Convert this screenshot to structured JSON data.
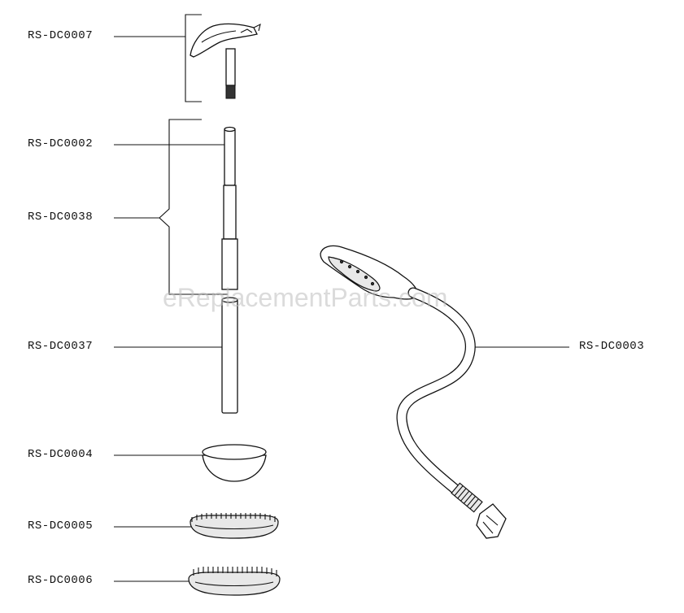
{
  "watermark": "eReplacementParts.com",
  "parts": [
    {
      "id": "p7",
      "label": "RS-DC0007"
    },
    {
      "id": "p2",
      "label": "RS-DC0002"
    },
    {
      "id": "p38",
      "label": "RS-DC0038"
    },
    {
      "id": "p37",
      "label": "RS-DC0037"
    },
    {
      "id": "p4",
      "label": "RS-DC0004"
    },
    {
      "id": "p5",
      "label": "RS-DC0005"
    },
    {
      "id": "p6",
      "label": "RS-DC0006"
    },
    {
      "id": "p3",
      "label": "RS-DC0003"
    }
  ]
}
